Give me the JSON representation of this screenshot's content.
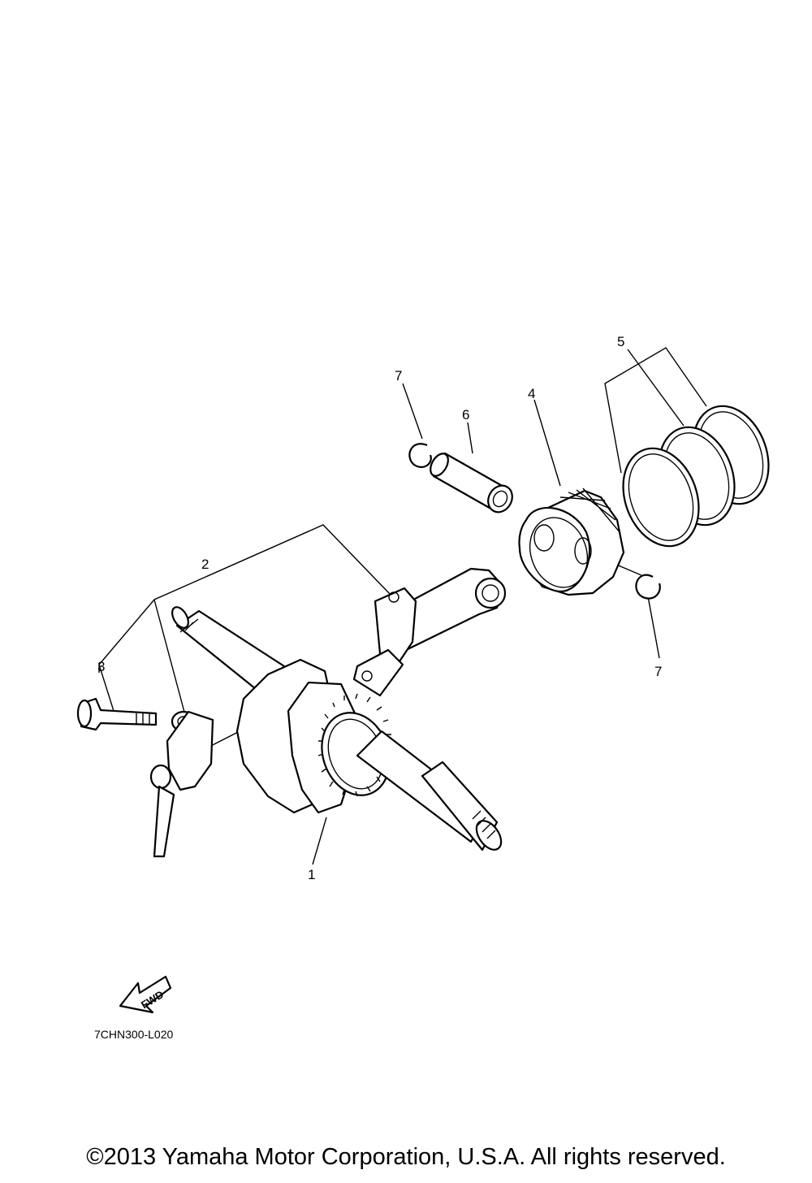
{
  "callouts": {
    "c1": "1",
    "c2": "2",
    "c3": "3",
    "c4": "4",
    "c5": "5",
    "c6": "6",
    "c7a": "7",
    "c7b": "7"
  },
  "fwd_label": "FWD",
  "diagram_code": "7CHN300-L020",
  "copyright": "©2013 Yamaha Motor Corporation, U.S.A. All rights reserved."
}
